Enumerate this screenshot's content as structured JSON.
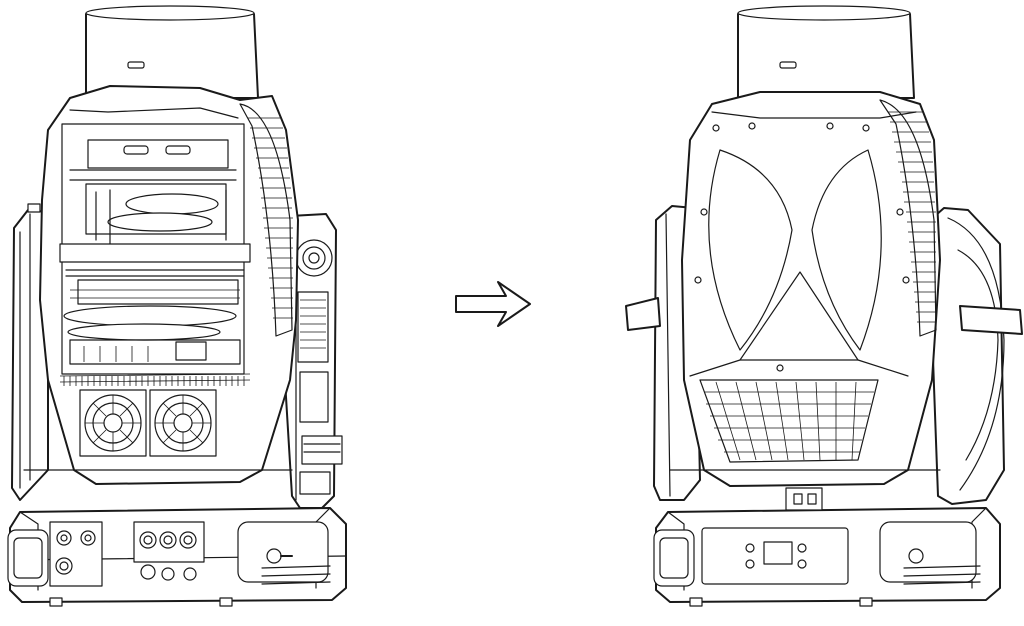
{
  "figure": {
    "panels": [
      {
        "name": "fixture-interior-view",
        "icons": [
          "moving-head-fixture-icon",
          "cooling-fan-icon",
          "connector-panel-icon"
        ]
      },
      {
        "name": "fixture-exterior-view",
        "icons": [
          "moving-head-fixture-icon",
          "display-panel-icon",
          "vent-grille-icon"
        ]
      }
    ],
    "arrow": {
      "icon": "right-arrow-icon",
      "direction": "right"
    },
    "colors": {
      "line": "#1a1a1a",
      "background": "#ffffff"
    }
  }
}
